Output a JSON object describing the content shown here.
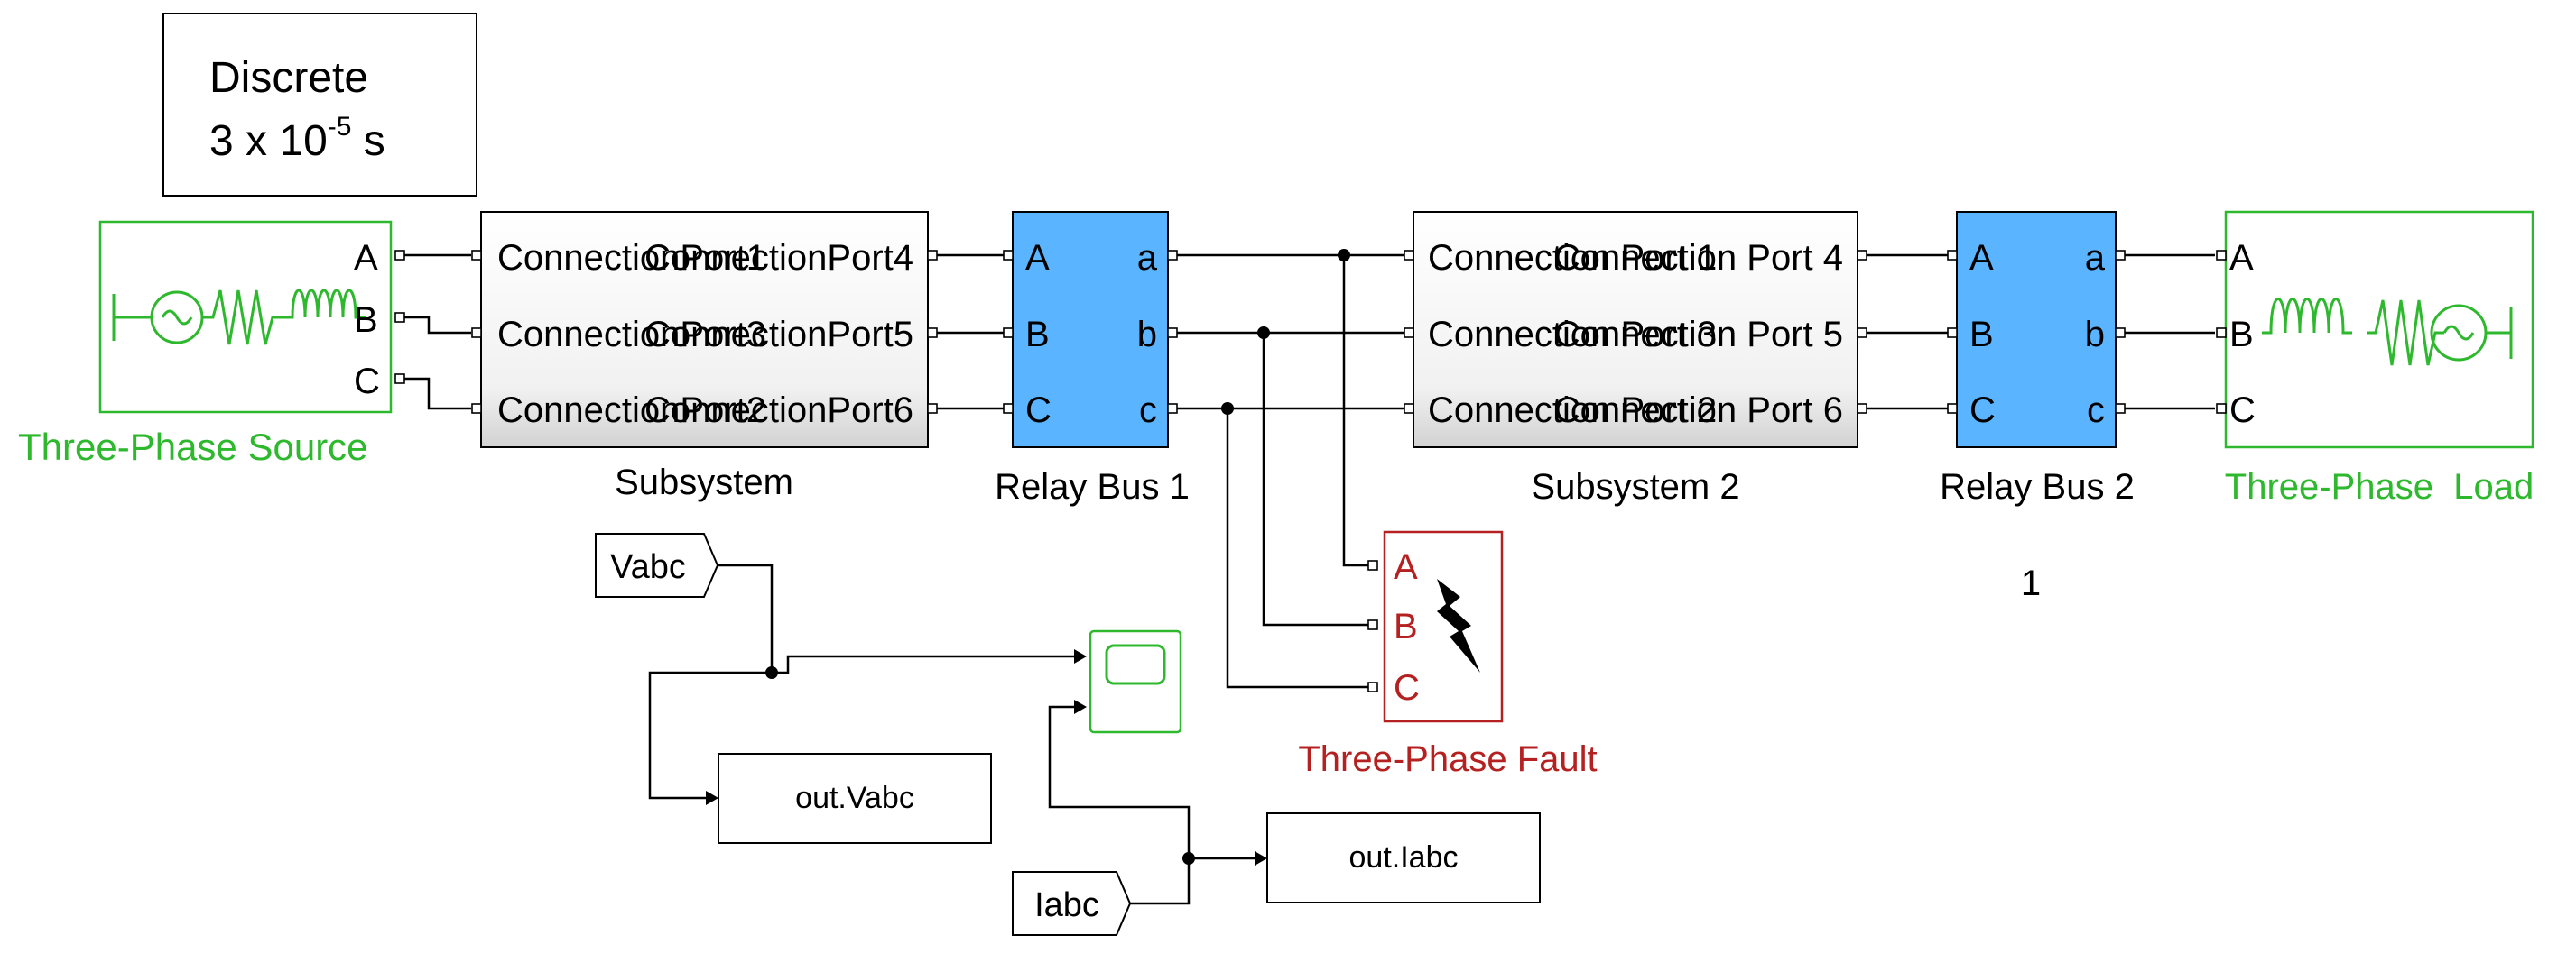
{
  "solver": {
    "line1": "Discrete",
    "line2_prefix": "3 x 10",
    "line2_exp": "-5",
    "line2_suffix": " s"
  },
  "source": {
    "label": "Three-Phase Source",
    "ports": [
      "A",
      "B",
      "C"
    ]
  },
  "subsystem1": {
    "label": "Subsystem",
    "ports_a": [
      "ConnectionPort1",
      "ConnectionPort3",
      "ConnectionPort2"
    ],
    "ports_b": [
      "ConnectionPort4",
      "ConnectionPort5",
      "ConnectionPort6"
    ]
  },
  "relay1": {
    "label": "Relay Bus 1",
    "in": [
      "A",
      "B",
      "C"
    ],
    "out": [
      "a",
      "b",
      "c"
    ]
  },
  "subsystem2": {
    "label": "Subsystem 2",
    "ports_a": [
      "Connection Port 1",
      "Connection Port 3",
      "Connection Port 2"
    ],
    "ports_b": [
      "Connection Port 4",
      "Connection Port 5",
      "Connection Port 6"
    ]
  },
  "relay2": {
    "label": "Relay Bus 2",
    "in": [
      "A",
      "B",
      "C"
    ],
    "out": [
      "a",
      "b",
      "c"
    ]
  },
  "load": {
    "label": "Three-Phase  Load",
    "ports": [
      "A",
      "B",
      "C"
    ]
  },
  "fault": {
    "label": "Three-Phase Fault",
    "ports": [
      "A",
      "B",
      "C"
    ]
  },
  "goto_vabc": "Vabc",
  "goto_iabc": "Iabc",
  "out_vabc": "out.Vabc",
  "out_iabc": "out.Iabc",
  "annotation": "1",
  "colors": {
    "source_green": "#2eb82e",
    "fault_red": "#b52020",
    "relay_blue": "#5ab4ff"
  }
}
